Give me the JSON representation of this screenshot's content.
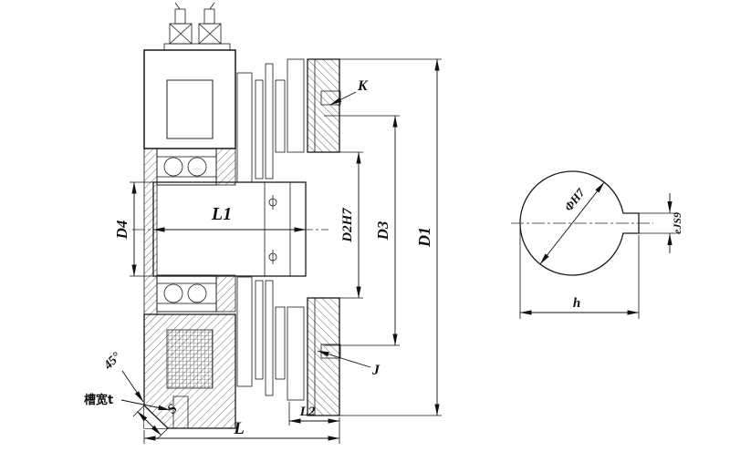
{
  "colors": {
    "line": "#1a1a1a",
    "background": "#ffffff"
  },
  "main_view": {
    "labels": {
      "D4": "D4",
      "L1": "L1",
      "D2H7": "D2H7",
      "D3": "D3",
      "D1": "D1",
      "K": "K",
      "J": "J",
      "L2": "L2",
      "L": "L",
      "angle": "45°",
      "S": "S",
      "slot_width": "槽宽t"
    }
  },
  "detail_view": {
    "labels": {
      "bore_dia": "ΦH7",
      "key_width": "eJS9",
      "key_height": "h"
    }
  }
}
